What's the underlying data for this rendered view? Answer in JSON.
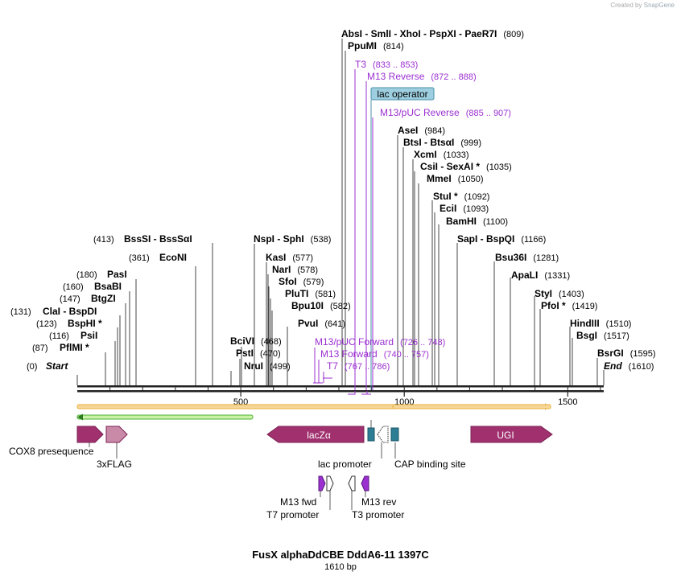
{
  "credit": {
    "prefix": "Created by",
    "brand": "SnapGene"
  },
  "title": "FusX alphaDdCBE DddA6-11 1397C",
  "length_label": "1610 bp",
  "scale": {
    "total_bp": 1610,
    "ticks": [
      {
        "pos": 500,
        "label": "500"
      },
      {
        "pos": 1000,
        "label": "1000"
      },
      {
        "pos": 1500,
        "label": "1500"
      }
    ]
  },
  "colors": {
    "enzyme": "#000000",
    "primer": "#9b30d0",
    "feature_dark": "#a0306e",
    "feature_light": "#c98aa8",
    "orf": "#e8b23a",
    "orf_green": "#4fb23a",
    "lacop": "#9ecfe0",
    "cap": "#2d7d95"
  },
  "left_enzymes": [
    {
      "name": "Start",
      "pos": "(0)",
      "italic": true
    },
    {
      "name": "PflMI *",
      "pos": "(87)"
    },
    {
      "name": "PsiI",
      "pos": "(116)"
    },
    {
      "name": "BspHI *",
      "pos": "(123)"
    },
    {
      "name": "ClaI  -  BspDI",
      "pos": "(131)"
    },
    {
      "name": "BtgZI",
      "pos": "(147)"
    },
    {
      "name": "BsaBI",
      "pos": "(160)"
    },
    {
      "name": "PasI",
      "pos": "(180)"
    },
    {
      "name": "EcoNI",
      "pos": "(361)"
    },
    {
      "name": "BssSI  -  BssSαI",
      "pos": "(413)"
    }
  ],
  "mid_enzymes": [
    {
      "name": "NruI",
      "pos": "(499)"
    },
    {
      "name": "PstI",
      "pos": "(470)"
    },
    {
      "name": "BciVI",
      "pos": "(468)"
    },
    {
      "name": "PvuI",
      "pos": "(641)"
    },
    {
      "name": "Bpu10I",
      "pos": "(582)"
    },
    {
      "name": "PluTI",
      "pos": "(581)"
    },
    {
      "name": "SfoI",
      "pos": "(579)"
    },
    {
      "name": "NarI",
      "pos": "(578)"
    },
    {
      "name": "KasI",
      "pos": "(577)"
    },
    {
      "name": "NspI  -  SphI",
      "pos": "(538)"
    }
  ],
  "top_enzymes": [
    {
      "name": "AbsI  -  SmlI  -  XhoI  -  PspXI  -  PaeR7I",
      "pos": "(809)"
    },
    {
      "name": "PpuMI",
      "pos": "(814)"
    }
  ],
  "top_primers": [
    {
      "name": "T3",
      "pos": "(833 .. 853)"
    },
    {
      "name": "M13 Reverse",
      "pos": "(872 .. 888)"
    },
    {
      "name": "M13/pUC Reverse",
      "pos": "(885 .. 907)"
    }
  ],
  "lac_operator": "lac operator",
  "right_enzymes": [
    {
      "name": "AseI",
      "pos": "(984)"
    },
    {
      "name": "BtsI  -  BtsαI",
      "pos": "(999)"
    },
    {
      "name": "XcmI",
      "pos": "(1033)"
    },
    {
      "name": "CsiI  -  SexAI *",
      "pos": "(1035)"
    },
    {
      "name": "MmeI",
      "pos": "(1050)"
    },
    {
      "name": "StuI *",
      "pos": "(1092)"
    },
    {
      "name": "EciI",
      "pos": "(1093)"
    },
    {
      "name": "BamHI",
      "pos": "(1100)"
    },
    {
      "name": "SapI  -  BspQI",
      "pos": "(1166)"
    },
    {
      "name": "Bsu36I",
      "pos": "(1281)"
    },
    {
      "name": "ApaLI",
      "pos": "(1331)"
    },
    {
      "name": "StyI",
      "pos": "(1403)"
    },
    {
      "name": "PfoI *",
      "pos": "(1419)"
    },
    {
      "name": "HindIII",
      "pos": "(1510)"
    },
    {
      "name": "BsgI",
      "pos": "(1517)"
    },
    {
      "name": "BsrGI",
      "pos": "(1595)"
    },
    {
      "name": "End",
      "pos": "(1610)",
      "italic": true
    }
  ],
  "bottom_primers": [
    {
      "name": "M13/pUC Forward",
      "pos": "(726 .. 748)"
    },
    {
      "name": "M13 Forward",
      "pos": "(740 .. 757)"
    },
    {
      "name": "T7",
      "pos": "(767 .. 786)"
    }
  ],
  "features": [
    {
      "name": "COX8 presequence"
    },
    {
      "name": "3xFLAG"
    },
    {
      "name": "lacZα"
    },
    {
      "name": "lac promoter"
    },
    {
      "name": "CAP binding site"
    },
    {
      "name": "UGI"
    },
    {
      "name": "M13 fwd"
    },
    {
      "name": "T7 promoter"
    },
    {
      "name": "M13 rev"
    },
    {
      "name": "T3 promoter"
    }
  ]
}
